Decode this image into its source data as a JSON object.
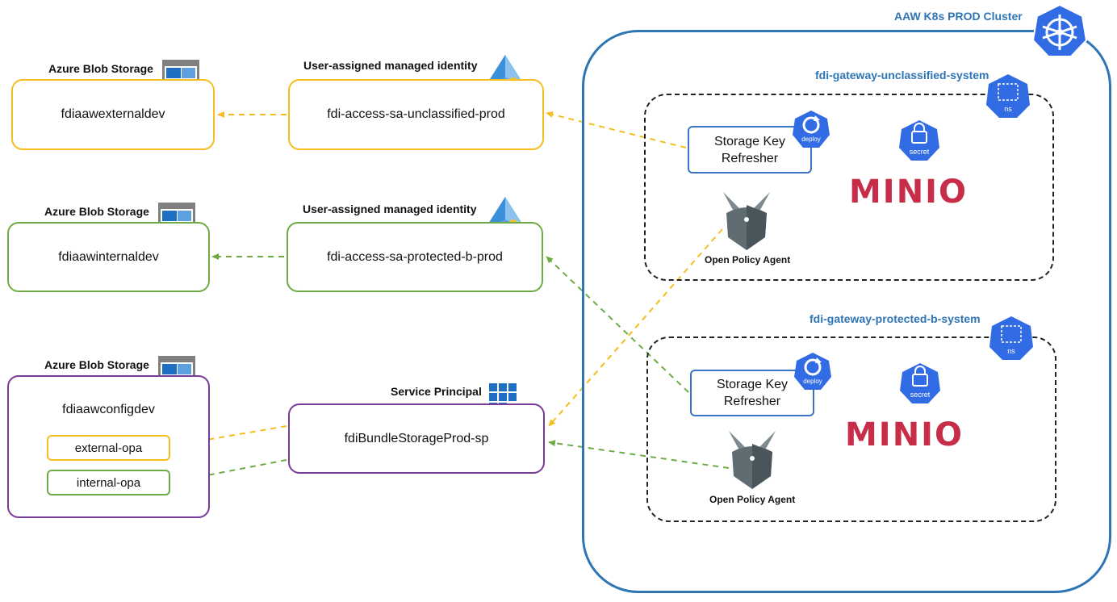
{
  "cluster": {
    "title": "AAW K8s PROD Cluster",
    "namespaces": [
      {
        "name": "fdi-gateway-unclassified-system",
        "ns_icon_label": "ns",
        "deploy_label": "Storage Key\nRefresher",
        "deploy_icon_label": "deploy",
        "secret_icon_label": "secret",
        "minio_text": "MINIO",
        "opa_label": "Open Policy Agent"
      },
      {
        "name": "fdi-gateway-protected-b-system",
        "ns_icon_label": "ns",
        "deploy_label": "Storage Key\nRefresher",
        "deploy_icon_label": "deploy",
        "secret_icon_label": "secret",
        "minio_text": "MINIO",
        "opa_label": "Open Policy Agent"
      }
    ]
  },
  "storage": [
    {
      "type_label": "Azure Blob Storage",
      "name": "fdiaawexternaldev"
    },
    {
      "type_label": "Azure Blob Storage",
      "name": "fdiaawinternaldev"
    },
    {
      "type_label": "Azure Blob Storage",
      "name": "fdiaawconfigdev",
      "containers": [
        "external-opa",
        "internal-opa"
      ]
    }
  ],
  "identities": [
    {
      "type_label": "User-assigned managed identity",
      "name": "fdi-access-sa-unclassified-prod"
    },
    {
      "type_label": "User-assigned managed identity",
      "name": "fdi-access-sa-protected-b-prod"
    }
  ],
  "service_principal": {
    "type_label": "Service Principal",
    "name": "fdiBundleStorageProd-sp"
  },
  "colors": {
    "yellow": "#F5BE1E",
    "green": "#6EAB45",
    "purple": "#7A3A98",
    "cluster_blue": "#2E75B6",
    "minio_red": "#C72C48"
  }
}
